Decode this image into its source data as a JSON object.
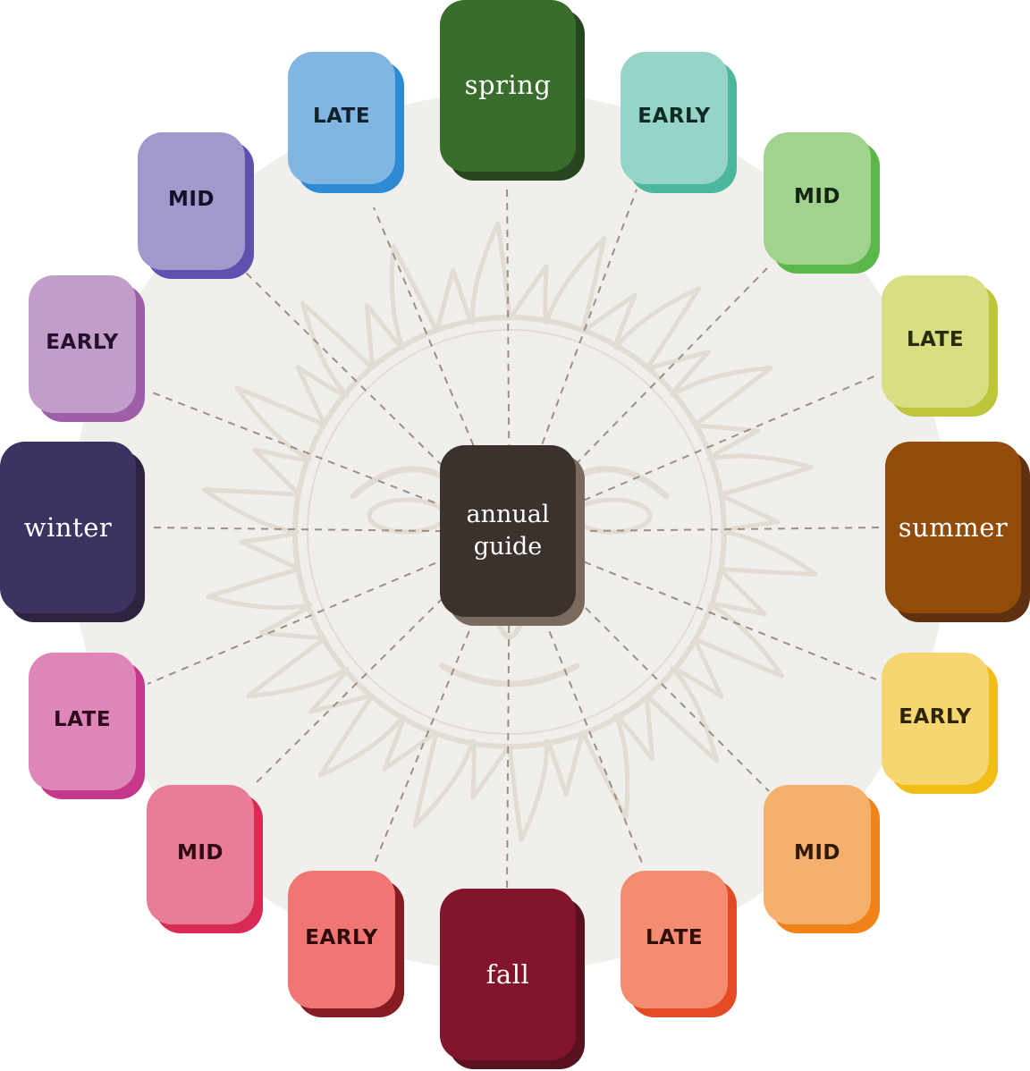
{
  "center": {
    "lines": [
      "annual",
      "guide"
    ],
    "face": "#3b322d",
    "shadow": "#7a6a5e"
  },
  "seasons": {
    "spring": {
      "label": "spring",
      "face": "#386d2c",
      "shadow": "#27461f"
    },
    "summer": {
      "label": "summer",
      "face": "#924b08",
      "shadow": "#5e3110"
    },
    "fall": {
      "label": "fall",
      "face": "#82152d",
      "shadow": "#591120"
    },
    "winter": {
      "label": "winter",
      "face": "#3c3363",
      "shadow": "#2e2442"
    }
  },
  "phases": {
    "spring_late": {
      "label": "LATE",
      "face": "#82b6e2",
      "shadow": "#2f8ad4",
      "text": "#10202c"
    },
    "spring_early": {
      "label": "EARLY",
      "face": "#95d4c7",
      "shadow": "#4bb89e",
      "text": "#0f2a24"
    },
    "summer_mid": {
      "label": "MID",
      "face": "#a0d48e",
      "shadow": "#5cb74a",
      "text": "#132410"
    },
    "summer_late": {
      "label": "LATE",
      "face": "#d8df82",
      "shadow": "#bec53a",
      "text": "#2a2a0c"
    },
    "fall_early": {
      "label": "EARLY",
      "face": "#f6d670",
      "shadow": "#f2be16",
      "text": "#2e2406"
    },
    "fall_mid": {
      "label": "MID",
      "face": "#f6b06e",
      "shadow": "#f08217",
      "text": "#2e1a06"
    },
    "fall_late": {
      "label": "LATE",
      "face": "#f48c72",
      "shadow": "#e44b24",
      "text": "#2e1008"
    },
    "winter_early": {
      "label": "EARLY",
      "face": "#f07674",
      "shadow": "#861b22",
      "text": "#2e0a0a"
    },
    "winter_mid": {
      "label": "MID",
      "face": "#e97c96",
      "shadow": "#d72b56",
      "text": "#2e0a12"
    },
    "winter_late": {
      "label": "LATE",
      "face": "#de86b8",
      "shadow": "#c5378a",
      "text": "#2e0a1c"
    },
    "spring_early_w": {
      "label": "EARLY",
      "face": "#c29dc9",
      "shadow": "#9e5eaa",
      "text": "#24102a"
    },
    "spring_mid": {
      "label": "MID",
      "face": "#a199cc",
      "shadow": "#5e52ae",
      "text": "#14102a"
    }
  },
  "colors": {
    "backdrop": "#f0efec",
    "sun": "#e3dcd5",
    "connector": "#9c8f84"
  }
}
